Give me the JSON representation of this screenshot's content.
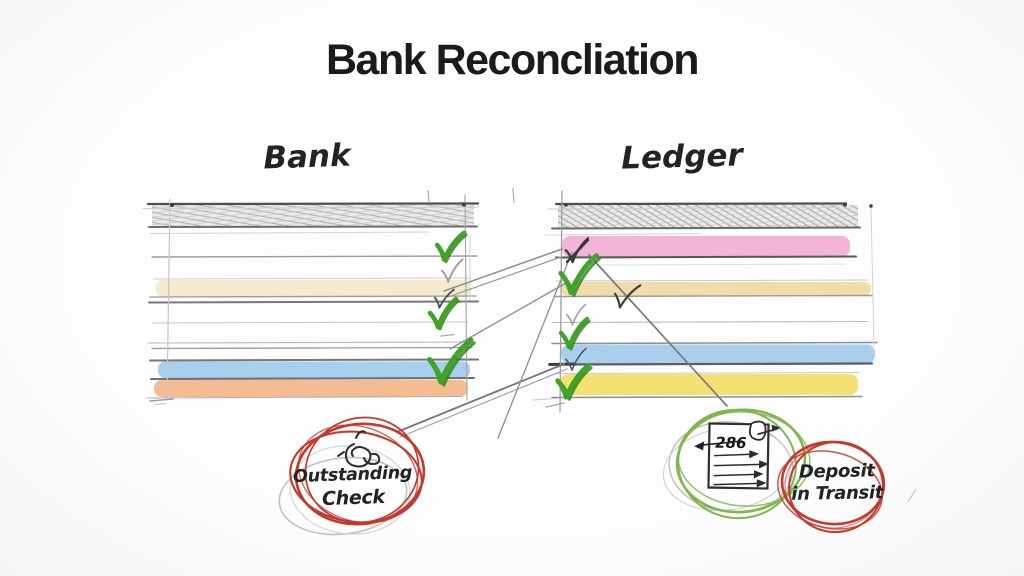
{
  "title": "Bank Reconcliation",
  "columns": {
    "left_header": "Bank",
    "right_header": "Ledger"
  },
  "annotations": {
    "outstanding_check_line1": "Outstanding",
    "outstanding_check_line2": "Check",
    "deposit_line1": "Deposit",
    "deposit_line2": "in Transit",
    "check_number": "286"
  },
  "tables": {
    "bank_rows": [
      {
        "row": "header",
        "style": "gray-hatched"
      },
      {
        "row": 1,
        "fill": "white",
        "check": "green"
      },
      {
        "row": 2,
        "fill": "white",
        "check": "faint-gray"
      },
      {
        "row": 3,
        "fill": "tan",
        "check": "small-dark"
      },
      {
        "row": 4,
        "fill": "white",
        "check": "green"
      },
      {
        "row": 5,
        "fill": "white",
        "check": "none"
      },
      {
        "row": 6,
        "fill": "blue",
        "check": "large-green"
      },
      {
        "row": 7,
        "fill": "orange",
        "check": "none"
      }
    ],
    "ledger_rows": [
      {
        "row": "header",
        "style": "gray-hatched"
      },
      {
        "row": 1,
        "fill": "pink",
        "check": "dark-x"
      },
      {
        "row": 2,
        "fill": "white",
        "check": "large-green"
      },
      {
        "row": 3,
        "fill": "tan",
        "check": "dark"
      },
      {
        "row": 4,
        "fill": "white",
        "check": "faint-gray-and-green"
      },
      {
        "row": 5,
        "fill": "blue",
        "check": "faint-dark"
      },
      {
        "row": 6,
        "fill": "yellow",
        "check": "green"
      }
    ]
  },
  "colors": {
    "ink": "#1b1b1b",
    "pencil": "#8d8d8d",
    "row_pink": "#f4b3d8",
    "row_tan": "#f1ddab",
    "row_tan_light": "#f6e9cb",
    "row_blue": "#a9cfee",
    "row_yellow": "#f3e173",
    "row_orange": "#f2b88c",
    "check_green": "#3fa428",
    "check_green_dark": "#2e7d1a",
    "circle_red": "#c23a2e",
    "circle_green": "#7cb84d"
  }
}
